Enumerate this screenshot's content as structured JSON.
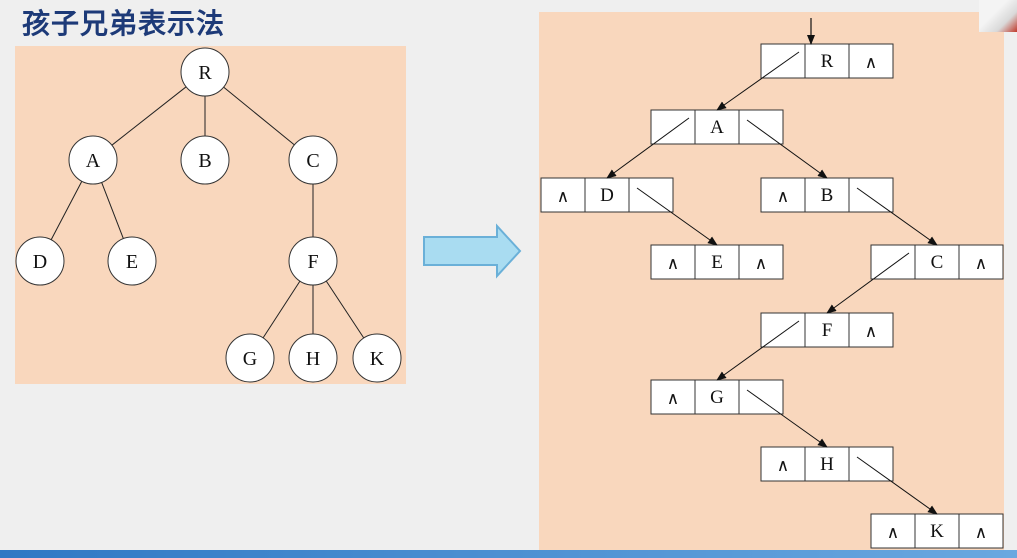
{
  "title": "孩子兄弟表示法",
  "tree": {
    "nodes": [
      {
        "id": "R",
        "label": "R"
      },
      {
        "id": "A",
        "label": "A"
      },
      {
        "id": "B",
        "label": "B"
      },
      {
        "id": "C",
        "label": "C"
      },
      {
        "id": "D",
        "label": "D"
      },
      {
        "id": "E",
        "label": "E"
      },
      {
        "id": "F",
        "label": "F"
      },
      {
        "id": "G",
        "label": "G"
      },
      {
        "id": "H",
        "label": "H"
      },
      {
        "id": "K",
        "label": "K"
      }
    ],
    "edges": [
      [
        "R",
        "A"
      ],
      [
        "R",
        "B"
      ],
      [
        "R",
        "C"
      ],
      [
        "A",
        "D"
      ],
      [
        "A",
        "E"
      ],
      [
        "C",
        "F"
      ],
      [
        "F",
        "G"
      ],
      [
        "F",
        "H"
      ],
      [
        "F",
        "K"
      ]
    ]
  },
  "binary": {
    "null_symbol": "∧",
    "nodes": [
      {
        "id": "R",
        "label": "R",
        "first_child": "A",
        "next_sibling": null
      },
      {
        "id": "A",
        "label": "A",
        "first_child": "D",
        "next_sibling": "B"
      },
      {
        "id": "D",
        "label": "D",
        "first_child": null,
        "next_sibling": "E"
      },
      {
        "id": "E",
        "label": "E",
        "first_child": null,
        "next_sibling": null
      },
      {
        "id": "B",
        "label": "B",
        "first_child": null,
        "next_sibling": "C"
      },
      {
        "id": "C",
        "label": "C",
        "first_child": "F",
        "next_sibling": null
      },
      {
        "id": "F",
        "label": "F",
        "first_child": "G",
        "next_sibling": null
      },
      {
        "id": "G",
        "label": "G",
        "first_child": null,
        "next_sibling": "H"
      },
      {
        "id": "H",
        "label": "H",
        "first_child": null,
        "next_sibling": "K"
      },
      {
        "id": "K",
        "label": "K",
        "first_child": null,
        "next_sibling": null
      }
    ]
  },
  "colors": {
    "panel": "#f9d7bd",
    "title": "#1d3a78",
    "arrow_fill": "#a9dcf1",
    "arrow_stroke": "#6ab0d8"
  }
}
